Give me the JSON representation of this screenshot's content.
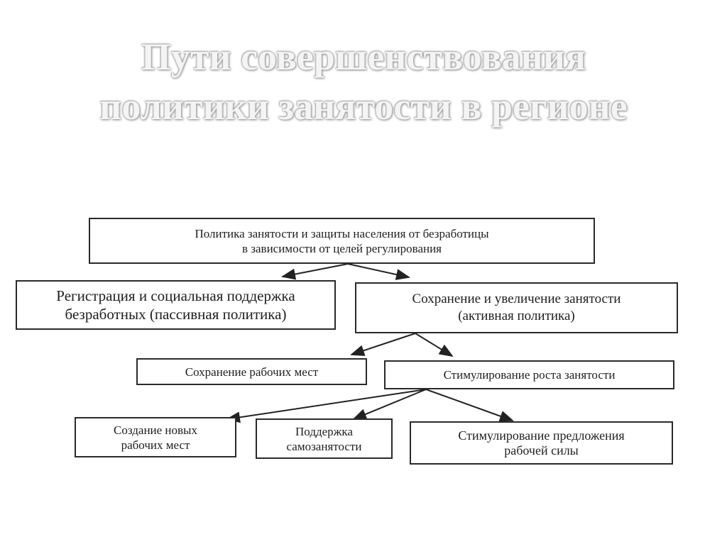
{
  "title": {
    "line1": "Пути совершенствования",
    "line2": "политики занятости в регионе"
  },
  "nodes": {
    "root": {
      "line1": "Политика занятости и защиты населения от безработицы",
      "line2": "в зависимости от целей регулирования"
    },
    "passive": {
      "line1": "Регистрация и социальная поддержка",
      "line2": "безработных (пассивная политика)"
    },
    "active": {
      "line1": "Сохранение и увеличение занятости",
      "line2": "(активная политика)"
    },
    "preserve": {
      "line1": "Сохранение рабочих мест"
    },
    "stimulate": {
      "line1": "Стимулирование роста занятости"
    },
    "create": {
      "line1": "Создание новых",
      "line2": "рабочих мест"
    },
    "self": {
      "line1": "Поддержка",
      "line2": "самозанятости"
    },
    "supply": {
      "line1": "Стимулирование предложения",
      "line2": "рабочей силы"
    }
  }
}
